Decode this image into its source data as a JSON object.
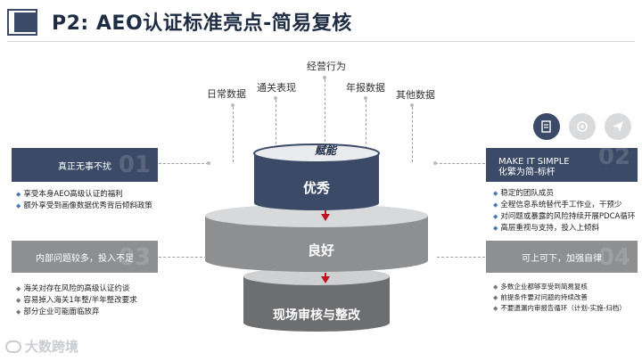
{
  "header": {
    "title": "P2: AEO认证标准亮点-简易复核"
  },
  "top_labels": [
    "日常数据",
    "通关表现",
    "经营行为",
    "年报数据",
    "其他数据"
  ],
  "cylinders": {
    "top_caption": "赋能",
    "top": "优秀",
    "middle": "良好",
    "bottom": "现场审核与整改"
  },
  "left_boxes": [
    {
      "title": "真正无事不扰",
      "number": "01",
      "items": [
        "享受本身AEO高级认证的福利",
        "额外享受到画像数据优秀背后倾斜政策"
      ]
    },
    {
      "title": "内部问题较多，投入不足",
      "number": "03",
      "items": [
        "海关对存在风险的高级认证约谈",
        "容易掉入海关1年整/半年整改要求",
        "部分企业可能面临放弃"
      ]
    }
  ],
  "right_boxes": [
    {
      "title_line1": "MAKE IT SIMPLE",
      "title_line2": "化繁为简-标杆",
      "number": "02",
      "items": [
        "稳定的团队成员",
        "全程信息系统替代手工作业，干预少",
        "对问题或暴露的风险持续开展PDCA循环",
        "高层重视与支持，投入上倾斜"
      ]
    },
    {
      "title": "可上可下，加强自律",
      "number": "04",
      "items": [
        "多数企业都够享受到简易复核",
        "前提条件要对问题的持续改善",
        "不要遗漏内审报告循环（计划-实施-归档）"
      ]
    }
  ],
  "icons": [
    "edit-icon",
    "settings-icon",
    "send-icon"
  ],
  "watermark": "大数跨境",
  "colors": {
    "navy": "#3b4a66",
    "gray": "#8e8f91",
    "dark_gray": "#6d6e70",
    "red": "#c0121f"
  }
}
